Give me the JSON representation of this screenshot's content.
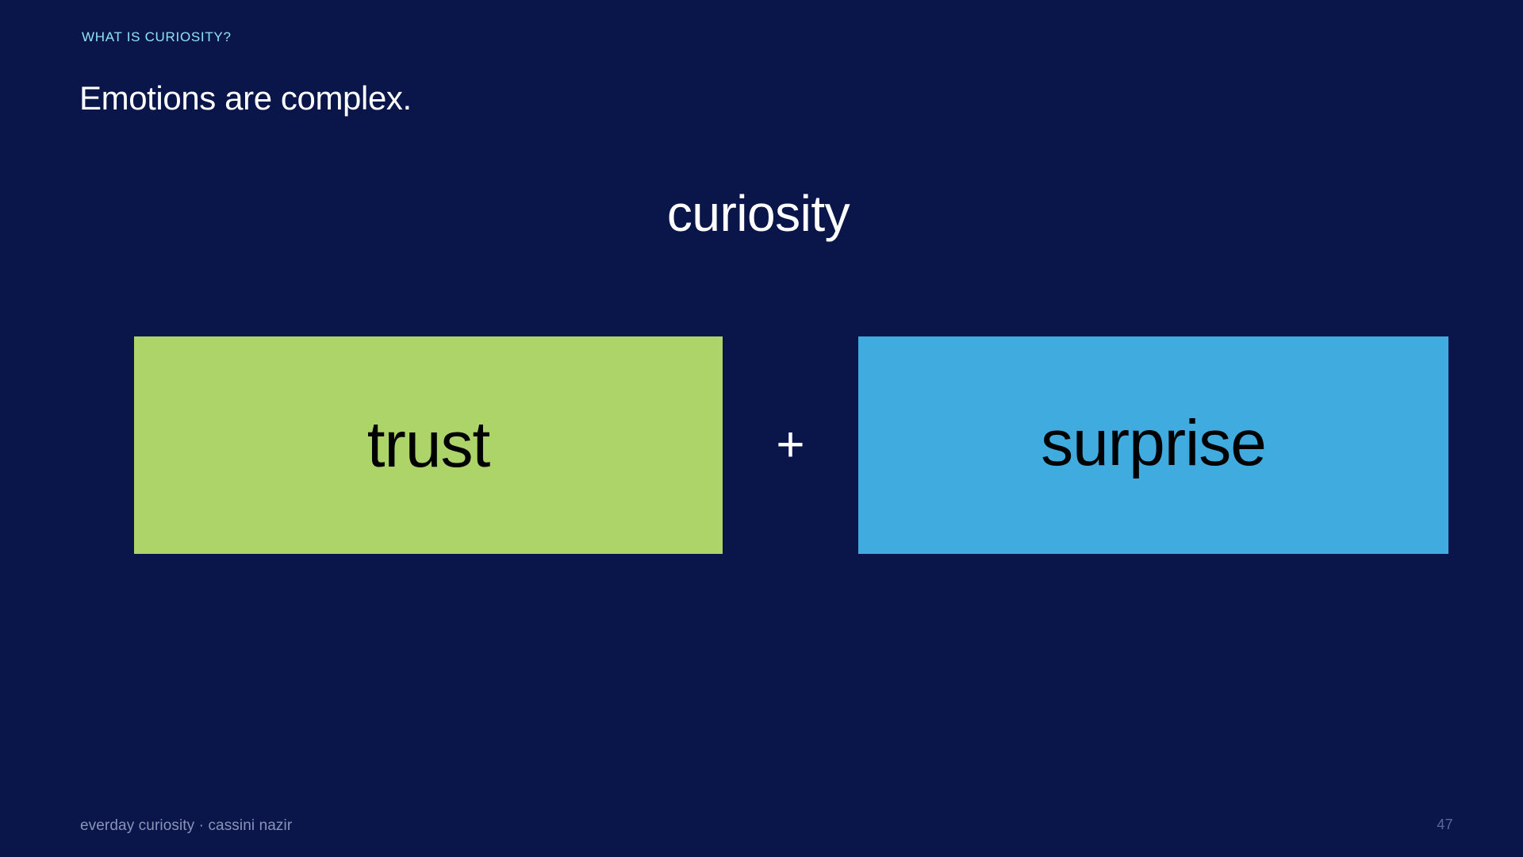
{
  "theme": {
    "background": "#0a1649",
    "eyebrow_color": "#8fe3f5",
    "title_color": "#ffffff",
    "footer_color": "#8a93b8",
    "page_number_color": "#5c6796",
    "operator_color": "#ffffff"
  },
  "header": {
    "eyebrow": "WHAT IS CURIOSITY?",
    "title": "Emotions are complex."
  },
  "equation": {
    "result": "curiosity",
    "operator": "+",
    "terms": [
      {
        "label": "trust",
        "color": "#add469",
        "text_color": "#000000"
      },
      {
        "label": "surprise",
        "color": "#3fabde",
        "text_color": "#000000"
      }
    ]
  },
  "footer": {
    "credit": "everday curiosity · cassini nazir",
    "page_number": "47"
  }
}
